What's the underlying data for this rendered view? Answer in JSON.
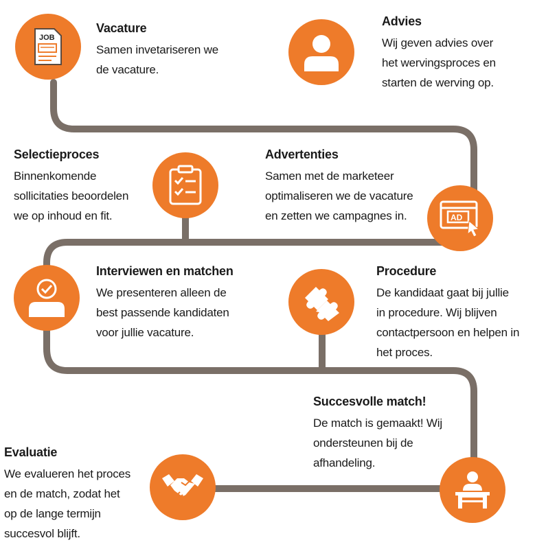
{
  "colors": {
    "accent": "#ee7b2a",
    "path": "#7a6f67",
    "text": "#1a1a1a"
  },
  "steps": [
    {
      "icon": "job-document-icon",
      "title": "Vacature",
      "text": "Samen invetariseren we\nde vacature."
    },
    {
      "icon": "person-icon",
      "title": "Advies",
      "text": "Wij geven advies over\nhet wervingsproces en\nstarten de werving op."
    },
    {
      "icon": "clipboard-checklist-icon",
      "title": "Selectieproces",
      "text": "Binnenkomende\nsollicitaties beoordelen\nwe op inhoud en fit."
    },
    {
      "icon": "ad-browser-icon",
      "icon_text": "AD",
      "title": "Advertenties",
      "text": "Samen met de marketeer\noptimaliseren we de vacature\nen zetten we campagnes in."
    },
    {
      "icon": "person-check-icon",
      "title": "Interviewen en matchen",
      "text": "We presenteren alleen de\nbest passende kandidaten\nvoor jullie vacature."
    },
    {
      "icon": "puzzle-icon",
      "title": "Procedure",
      "text": "De kandidaat gaat bij jullie\nin procedure. Wij blijven\ncontactpersoon en helpen in\nhet proces."
    },
    {
      "icon": "person-desk-icon",
      "title": "Succesvolle match!",
      "text": "De match is gemaakt! Wij\nondersteunen bij de\nafhandeling."
    },
    {
      "icon": "handshake-icon",
      "title": "Evaluatie",
      "text": "We evalueren het proces\nen de match, zodat het\nop de lange termijn\nsuccesvol blijft."
    }
  ]
}
